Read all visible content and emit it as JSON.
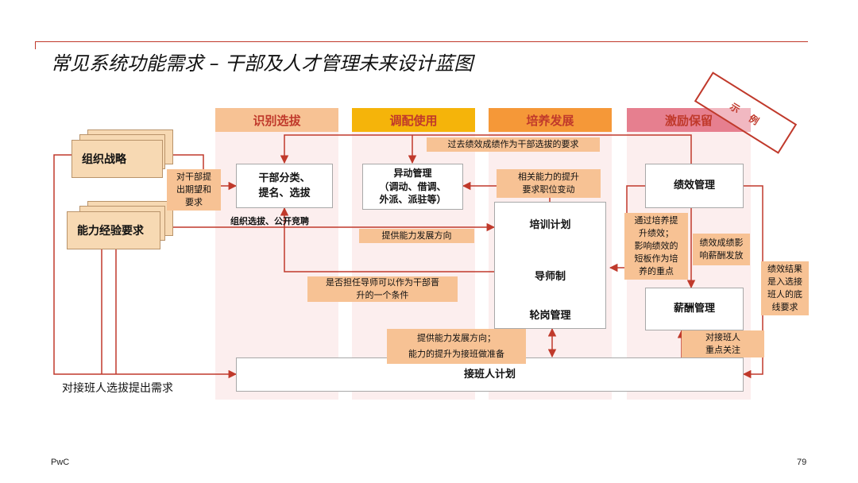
{
  "title": "常见系统功能需求 – 干部及人才管理未来设计蓝图",
  "footer": {
    "brand": "PwC",
    "page": "79"
  },
  "columns": [
    {
      "label": "识别选拔",
      "color": "#f7c294"
    },
    {
      "label": "调配使用",
      "color": "#f5b40a"
    },
    {
      "label": "培养发展",
      "color": "#f59838"
    },
    {
      "label": "激励保留",
      "color": "#e67f8f"
    }
  ],
  "inputs": {
    "org_strategy": "组织战略",
    "capability": "能力经验要求"
  },
  "boxes": {
    "cadre": "干部分类、\n提名、选拔",
    "transfer": "异动管理\n（调动、借调、\n外派、派驻等）",
    "training": "培训计划",
    "mentor": "导师制",
    "rotation": "轮岗管理",
    "performance": "绩效管理",
    "salary": "薪酬管理",
    "succession": "接班人计划"
  },
  "labels": {
    "expectation": "对干部提\n出期望和\n要求",
    "org_select": "组织选拔、公开竞聘",
    "past_perf": "过去绩效成绩作为干部选拔的要求",
    "ability_promo": "相关能力的提升\n要求职位变动",
    "dev_direction": "提供能力发展方向",
    "mentor_cond": "是否担任导师可以作为干部晋\n升的一个条件",
    "dev_prep": "提供能力发展方向；\n能力的提升为接班做准备",
    "train_perf": "通过培养提\n升绩效；\n影响绩效的\n短板作为培\n养的重点",
    "perf_salary": "绩效成绩影\n响薪酬发放",
    "perf_result": "绩效结果\n是入选接\n班人的底\n线要求",
    "successor_focus": "对接班人\n重点关注",
    "succession_req": "对接班人选拔提出需求"
  },
  "stamp": {
    "chars": [
      "示",
      "例"
    ]
  },
  "colors": {
    "accent": "#c0392b",
    "label_fill": "#f7c294",
    "column_bg": "#fbeaea"
  }
}
